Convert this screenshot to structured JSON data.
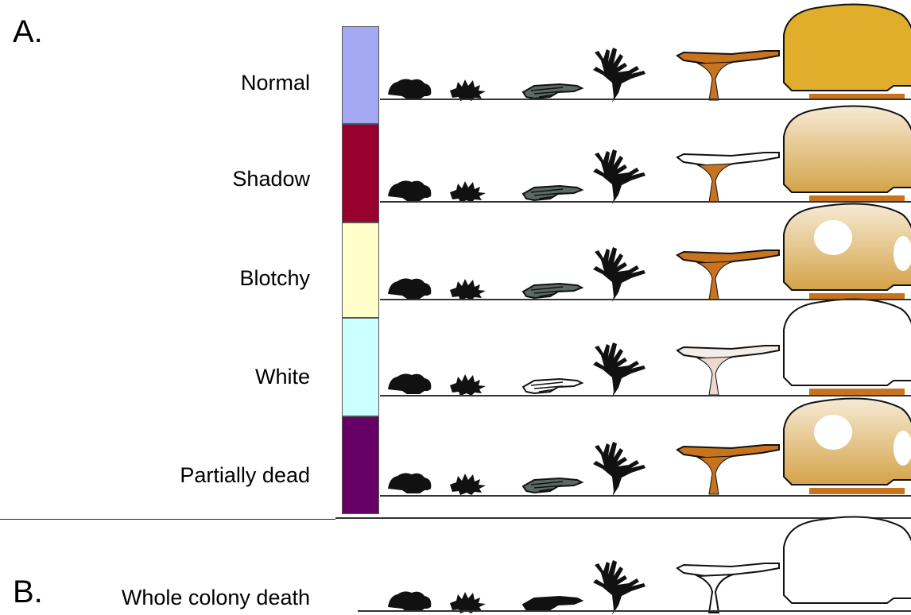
{
  "panel_a": {
    "letter": "A.",
    "rows": [
      {
        "label": "Normal",
        "swatch_color": "#a5a8f2",
        "state": "normal"
      },
      {
        "label": "Shadow",
        "swatch_color": "#97002f",
        "state": "shadow"
      },
      {
        "label": "Blotchy",
        "swatch_color": "#ffffcc",
        "state": "blotchy"
      },
      {
        "label": "White",
        "swatch_color": "#ccffff",
        "state": "white"
      },
      {
        "label": "Partially dead",
        "swatch_color": "#660066",
        "state": "partial"
      }
    ]
  },
  "panel_b": {
    "letter": "B.",
    "label": "Whole colony death",
    "state": "dead"
  },
  "coral_colors": {
    "healthy": "#e0ae2a",
    "table": "#c8741e",
    "shadow_top": "#f6ead5",
    "shadow_bottom": "#d4a348",
    "white": "#ffffff",
    "bleached_stalk": "#ecd8d0",
    "dark": "#111111"
  },
  "icons": [
    "encrusting-coral-icon",
    "spiky-coral-icon",
    "plate-coral-icon",
    "branching-coral-icon",
    "table-coral-icon",
    "massive-coral-icon"
  ]
}
